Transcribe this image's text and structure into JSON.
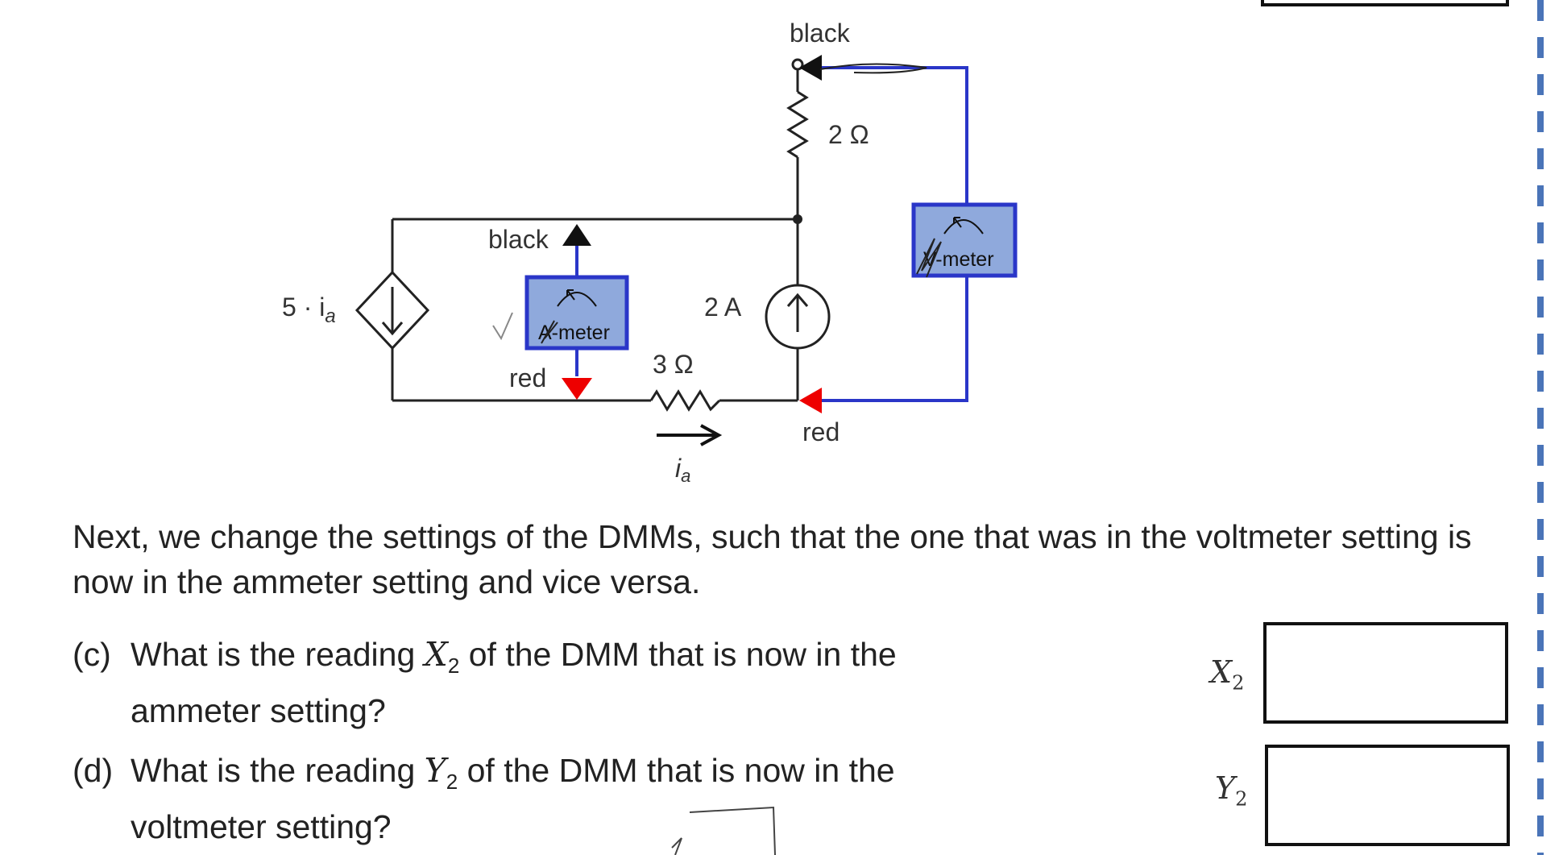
{
  "circuit": {
    "source_dependent_label": "5 · i",
    "source_dependent_sub": "a",
    "source_current_label": "2 A",
    "r_top_label": "2 Ω",
    "r_bottom_label": "3 Ω",
    "current_label": "i",
    "current_sub": "a",
    "left_meter": {
      "label": "A-meter",
      "black_label": "black",
      "red_label": "red"
    },
    "right_meter": {
      "label": "V-meter",
      "black_label": "black",
      "red_label": "red"
    },
    "colors": {
      "wire": "#222222",
      "meter_fill": "#8fa9dc",
      "meter_border": "#2a36c8",
      "probe_wire": "#2a36c8",
      "red": "#ee0000",
      "black": "#111111"
    }
  },
  "paragraph": "Next, we change the settings of the DMMs, such that the one that was in the voltmeter setting is now in the ammeter setting and vice versa.",
  "questions": [
    {
      "label": "(c)",
      "before": "What is the reading",
      "var": "X",
      "sub": "2",
      "after": "of the DMM that is now in the",
      "line2": "ammeter setting?"
    },
    {
      "label": "(d)",
      "before": "What is the reading",
      "var": "Y",
      "sub": "2",
      "after": "of the DMM that is now in the",
      "line2": "voltmeter setting?"
    }
  ],
  "answers": [
    {
      "var": "X",
      "sub": "2",
      "value": ""
    },
    {
      "var": "Y",
      "sub": "2",
      "value": ""
    }
  ],
  "border_color": "#4a74b8"
}
